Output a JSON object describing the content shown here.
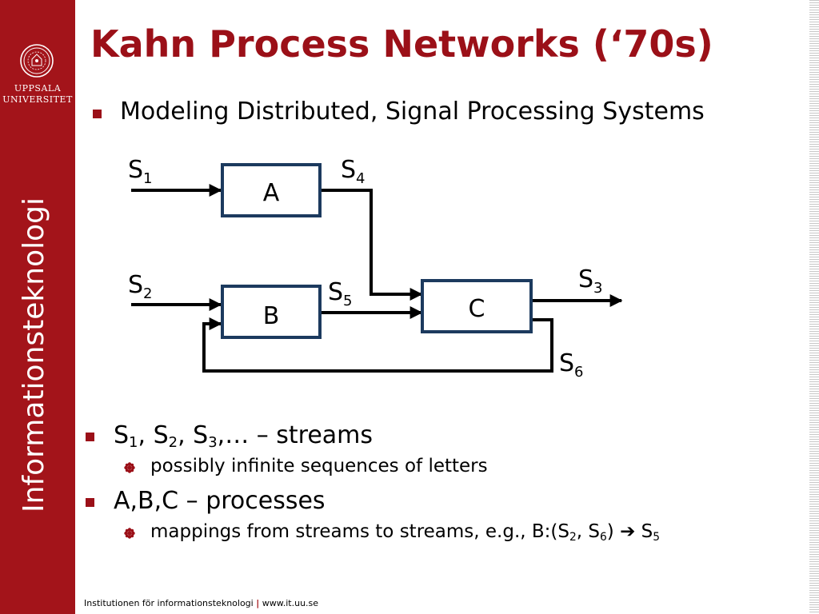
{
  "sidebar": {
    "logo_line1": "UPPSALA",
    "logo_line2": "UNIVERSITET",
    "vertical_label": "Informationsteknologi",
    "color": "#a3141a"
  },
  "title": "Kahn Process Networks (‘70s)",
  "accent_color": "#9b1018",
  "top_bullet": "Modeling Distributed, Signal Processing Systems",
  "diagram": {
    "box_stroke_color": "#1c3a5e",
    "processes": [
      {
        "id": "A",
        "label": "A"
      },
      {
        "id": "B",
        "label": "B"
      },
      {
        "id": "C",
        "label": "C"
      }
    ],
    "streams": [
      {
        "id": "S1",
        "base": "S",
        "sub": "1",
        "from": "input",
        "to": "A"
      },
      {
        "id": "S2",
        "base": "S",
        "sub": "2",
        "from": "input",
        "to": "B"
      },
      {
        "id": "S3",
        "base": "S",
        "sub": "3",
        "from": "C",
        "to": "output"
      },
      {
        "id": "S4",
        "base": "S",
        "sub": "4",
        "from": "A",
        "to": "C"
      },
      {
        "id": "S5",
        "base": "S",
        "sub": "5",
        "from": "B",
        "to": "C"
      },
      {
        "id": "S6",
        "base": "S",
        "sub": "6",
        "from": "C",
        "to": "B"
      }
    ]
  },
  "bullets": [
    {
      "main": {
        "parts": [
          {
            "t": "S"
          },
          {
            "t": "1",
            "sub": true
          },
          {
            "t": ", S"
          },
          {
            "t": "2",
            "sub": true
          },
          {
            "t": ", S"
          },
          {
            "t": "3",
            "sub": true
          },
          {
            "t": ",… – streams"
          }
        ]
      },
      "sub": {
        "parts": [
          {
            "t": "possibly infinite sequences of letters"
          }
        ]
      }
    },
    {
      "main": {
        "parts": [
          {
            "t": "A,B,C – processes"
          }
        ]
      },
      "sub": {
        "parts": [
          {
            "t": "mappings from streams to streams, e.g., B:(S"
          },
          {
            "t": "2",
            "sub": true
          },
          {
            "t": ", S"
          },
          {
            "t": "6",
            "sub": true
          },
          {
            "t": ") "
          },
          {
            "t": "➔",
            "arrow": true
          },
          {
            "t": " S"
          },
          {
            "t": "5",
            "sub": true
          }
        ]
      }
    }
  ],
  "footer": {
    "institution": "Institutionen för informationsteknologi",
    "separator": "|",
    "url": "www.it.uu.se"
  }
}
